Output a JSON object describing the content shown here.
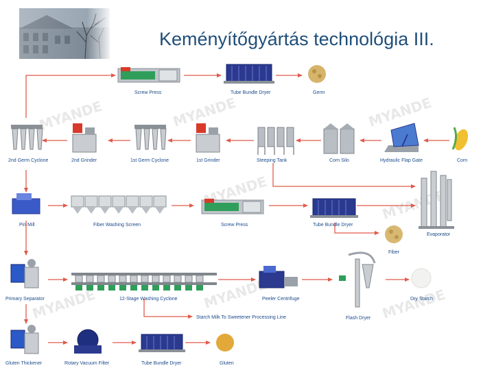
{
  "title": "Keményítőgyártás technológia III.",
  "watermark": "MYANDE",
  "colors": {
    "arrow": "#e05a4a",
    "label": "#1a4a8a",
    "title": "#1f4e79",
    "machine_blue": "#2b3a8f",
    "machine_green": "#2f9e5a",
    "steel": "#b9bec4",
    "red": "#d83a2a"
  },
  "nodes": {
    "screw_press_top": "Screw Press",
    "tube_dryer_top": "Tube Bundle Dryer",
    "germ": "Germ",
    "corn": "Corn",
    "flap_gate": "Hydraulic Flap Gate",
    "corn_silo": "Corn Silo",
    "steeping_tank": "Steeping Tank",
    "grinder_1": "1st Grinder",
    "germ_cyclone_1": "1st Germ Cyclone",
    "grinder_2": "2nd Grinder",
    "germ_cyclone_2": "2nd Germ Cyclone",
    "pin_mill": "Pin Mill",
    "fiber_screen": "Fiber Washing Screen",
    "screw_press_mid": "Screw Press",
    "tube_dryer_mid": "Tube Bundle Dryer",
    "evaporator": "Evaporator",
    "fiber": "Fiber",
    "primary_separator": "Primary Separator",
    "washing_cyclone": "12-Stage Washing Cyclone",
    "peeler_centrifuge": "Peeler Centrifuge",
    "flash_dryer": "Flash Dryer",
    "dry_starch": "Dry Starch",
    "starch_milk": "Starch Milk To Sweetener Processing Line",
    "gluten_thickener": "Gluten Thickener",
    "vacuum_filter": "Rotary Vacuum Filter",
    "tube_dryer_bottom": "Tube Bundle Dryer",
    "gluten": "Gluten"
  }
}
